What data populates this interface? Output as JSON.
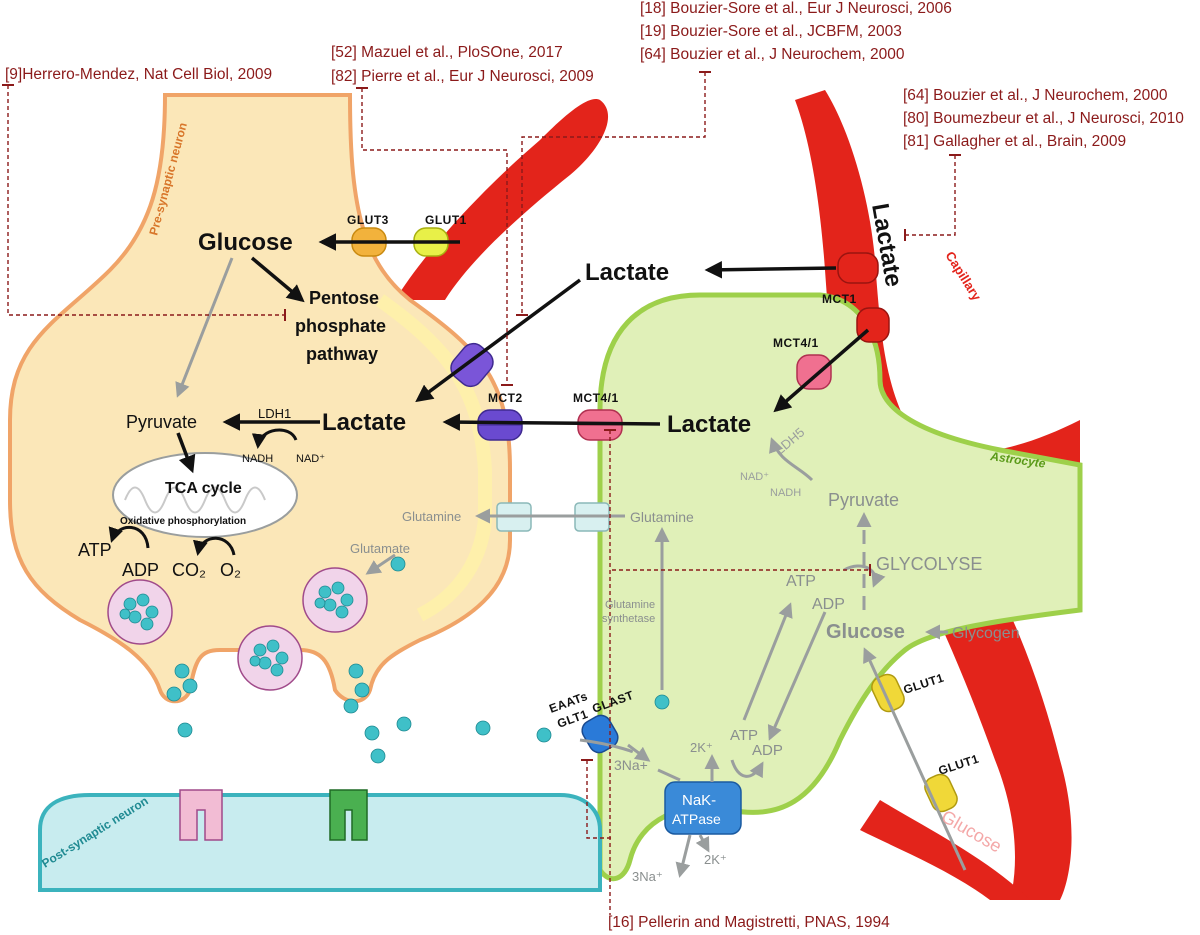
{
  "references": {
    "herrero": "[9]Herrero-Mendez, Nat Cell Biol, 2009",
    "mazuel": "[52] Mazuel et al., PloSOne, 2017",
    "pierre": "[82] Pierre et al., Eur J Neurosci, 2009",
    "bouzier_sore_2006": "[18] Bouzier-Sore et al., Eur J Neurosci, 2006",
    "bouzier_sore_2003": "[19] Bouzier-Sore et al., JCBFM, 2003",
    "bouzier_2000_a": "[64] Bouzier et al., J Neurochem, 2000",
    "bouzier_2000_b": "[64] Bouzier et al., J Neurochem, 2000",
    "boumezbeur": "[80] Boumezbeur et al., J Neurosci, 2010",
    "gallagher": "[81] Gallagher et al., Brain, 2009",
    "pellerin": "[16] Pellerin and Magistretti, PNAS, 1994"
  },
  "regions": {
    "presynaptic": "Pre-synaptic neuron",
    "postsynaptic": "Post-synaptic neuron",
    "astrocyte": "Astrocyte",
    "capillary": "Capillary"
  },
  "transporters": {
    "glut3": "GLUT3",
    "glut1_neuron": "GLUT1",
    "mct1": "MCT1",
    "mct4_1_top": "MCT4/1",
    "mct2": "MCT2",
    "mct4_1": "MCT4/1",
    "glut1_astro": "GLUT1",
    "glut1_vessel": "GLUT1",
    "eaat": "EAATs",
    "glt1": "GLT1",
    "glast": "GLAST"
  },
  "neuron": {
    "glucose": "Glucose",
    "pentose_1": "Pentose",
    "pentose_2": "phosphate",
    "pentose_3": "pathway",
    "pyruvate": "Pyruvate",
    "ldh1": "LDH1",
    "nadh": "NADH",
    "nad": "NAD⁺",
    "lactate": "Lactate",
    "tca": "TCA cycle",
    "oxphos": "Oxidative phosphorylation",
    "atp": "ATP",
    "adp": "ADP",
    "co2": "CO₂",
    "o2": "O₂",
    "glutamine": "Glutamine",
    "glutamate": "Glutamate"
  },
  "blood": {
    "lactate": "Lactate",
    "lactate_mid": "Lactate",
    "glucose": "Glucose"
  },
  "astrocyte": {
    "lactate": "Lactate",
    "ldh5": "LDH5",
    "nad": "NAD⁺",
    "nadh": "NADH",
    "pyruvate": "Pyruvate",
    "glycolyse": "GLYCOLYSE",
    "atp": "ATP",
    "adp": "ADP",
    "glucose": "Glucose",
    "glycogen": "Glycogen",
    "glutamine": "Glutamine",
    "gs_1": "Glutamine",
    "gs_2": "synthetase",
    "atp2": "ATP",
    "adp2": "ADP",
    "na3": "3Na+",
    "k2": "2K⁺",
    "nak_1": "NaK-",
    "nak_2": "ATPase",
    "na3_out": "3Na⁺",
    "k2_out": "2K⁺"
  },
  "colors": {
    "reference": "#8b1a1a",
    "neuron_fill": "#fbe7b8",
    "neuron_edge": "#f0a468",
    "astrocyte_fill": "#e0f0b8",
    "astrocyte_edge": "#9ed04a",
    "capillary": "#e3241b",
    "postsynaptic_fill": "#c8ecef",
    "postsynaptic_edge": "#3bb3bd",
    "vesicle": "#3fc0c8"
  }
}
